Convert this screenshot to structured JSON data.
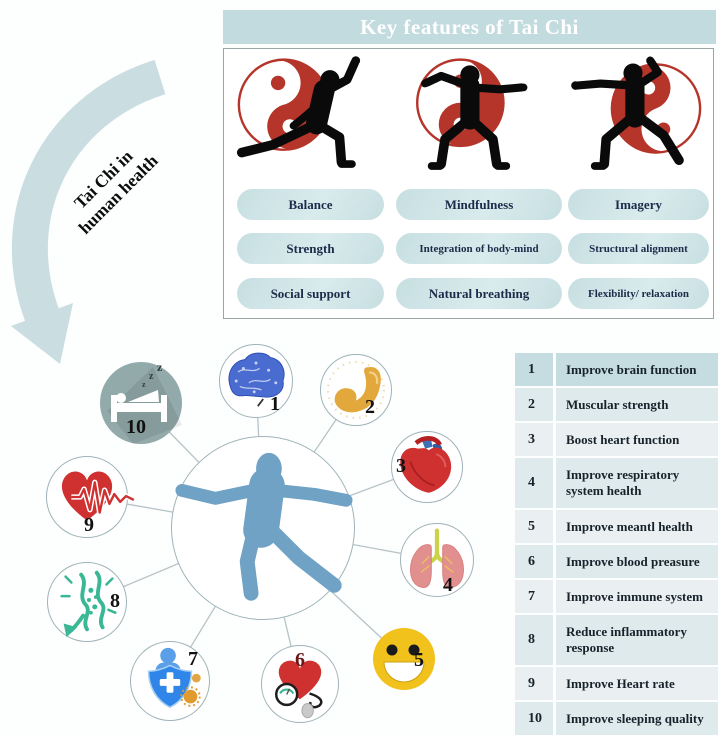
{
  "panel": {
    "title": "Key features of Tai Chi",
    "columns": [
      {
        "pills": [
          "Balance",
          "Strength",
          "Social support"
        ]
      },
      {
        "pills": [
          "Mindfulness",
          "Integration of body-mind",
          "Natural breathing"
        ]
      },
      {
        "pills": [
          "Imagery",
          "Structural alignment",
          "Flexibility/ relaxation"
        ]
      }
    ]
  },
  "arrow": {
    "line1": "Tai Chi in",
    "line2": "human health"
  },
  "benefits": [
    {
      "num": "1",
      "label": "Improve brain function",
      "icon": "brain-icon"
    },
    {
      "num": "2",
      "label": "Muscular strength",
      "icon": "muscle-icon"
    },
    {
      "num": "3",
      "label": "Boost heart function",
      "icon": "anatomical-heart-icon"
    },
    {
      "num": "4",
      "label": "Improve respiratory system health",
      "icon": "lungs-icon"
    },
    {
      "num": "5",
      "label": "Improve meantl health",
      "icon": "smiley-icon"
    },
    {
      "num": "6",
      "label": "Improve blood preasure",
      "icon": "blood-pressure-icon"
    },
    {
      "num": "7",
      "label": "Improve immune system",
      "icon": "immune-shield-icon"
    },
    {
      "num": "8",
      "label": "Reduce inflammatory response",
      "icon": "inflammation-icon"
    },
    {
      "num": "9",
      "label": "Improve Heart rate",
      "icon": "heart-pulse-icon"
    },
    {
      "num": "10",
      "label": "Improve sleeping quality",
      "icon": "sleep-bed-icon"
    }
  ],
  "icons": {
    "sleep_zzz": [
      "z",
      "z",
      "z"
    ]
  },
  "colors": {
    "header_bg": "#c2dbde",
    "pill_text": "#1c2b4a",
    "arrow": "#cadee1",
    "row_accent": "#c5dde1",
    "row_mid": "#dfeaec",
    "row_light": "#eaf0f2",
    "table_text": "#17222b",
    "line": "#b7c3c7",
    "ring": "#9fb3b8",
    "figure_blue": "#6fa2c4",
    "yinyang_red": "#b5352a",
    "brain_blue": "#4a6cd0",
    "muscle_gold": "#e2a83c",
    "heart_red": "#cf3030",
    "lungs_pink": "#e28f8f",
    "trachea_green": "#c9d44a",
    "smiley_yellow": "#f2c21c",
    "shield_blue": "#2f86e8",
    "inflam_teal": "#3ab795",
    "virus_orange": "#e09a2e",
    "bed_bg": "#92aaaa"
  }
}
